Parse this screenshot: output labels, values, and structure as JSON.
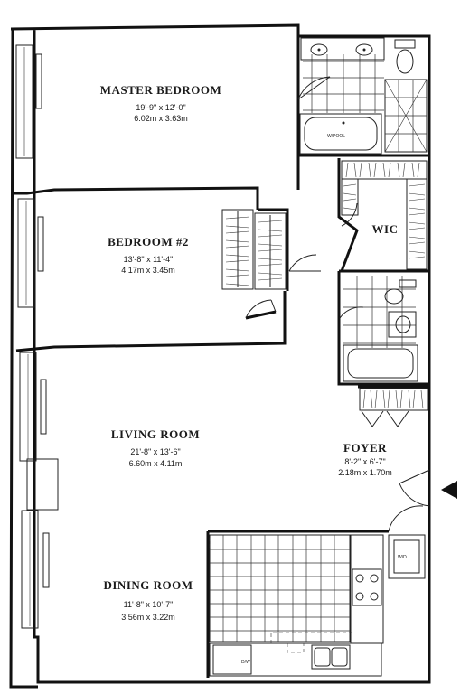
{
  "rooms": {
    "master_bedroom": {
      "name": "MASTER BEDROOM",
      "dim_imperial": "19'-9\" x 12'-0\"",
      "dim_metric": "6.02m x 3.63m"
    },
    "bedroom_2": {
      "name": "BEDROOM #2",
      "dim_imperial": "13'-8\" x 11'-4\"",
      "dim_metric": "4.17m x 3.45m"
    },
    "living_room": {
      "name": "LIVING ROOM",
      "dim_imperial": "21'-8\" x 13'-6\"",
      "dim_metric": "6.60m x 4.11m"
    },
    "dining_room": {
      "name": "DINING ROOM",
      "dim_imperial": "11'-8\" x 10'-7\"",
      "dim_metric": "3.56m x 3.22m"
    },
    "foyer": {
      "name": "FOYER",
      "dim_imperial": "8'-2\" x 6'-7\"",
      "dim_metric": "2.18m x 1.70m"
    },
    "wic": {
      "name": "WIC"
    }
  },
  "fixtures": {
    "tub_label": "W/POOL",
    "washer_label": "W/D",
    "dishwasher_label": "D/W"
  },
  "icons": {
    "entry": "entry-arrow-icon"
  }
}
